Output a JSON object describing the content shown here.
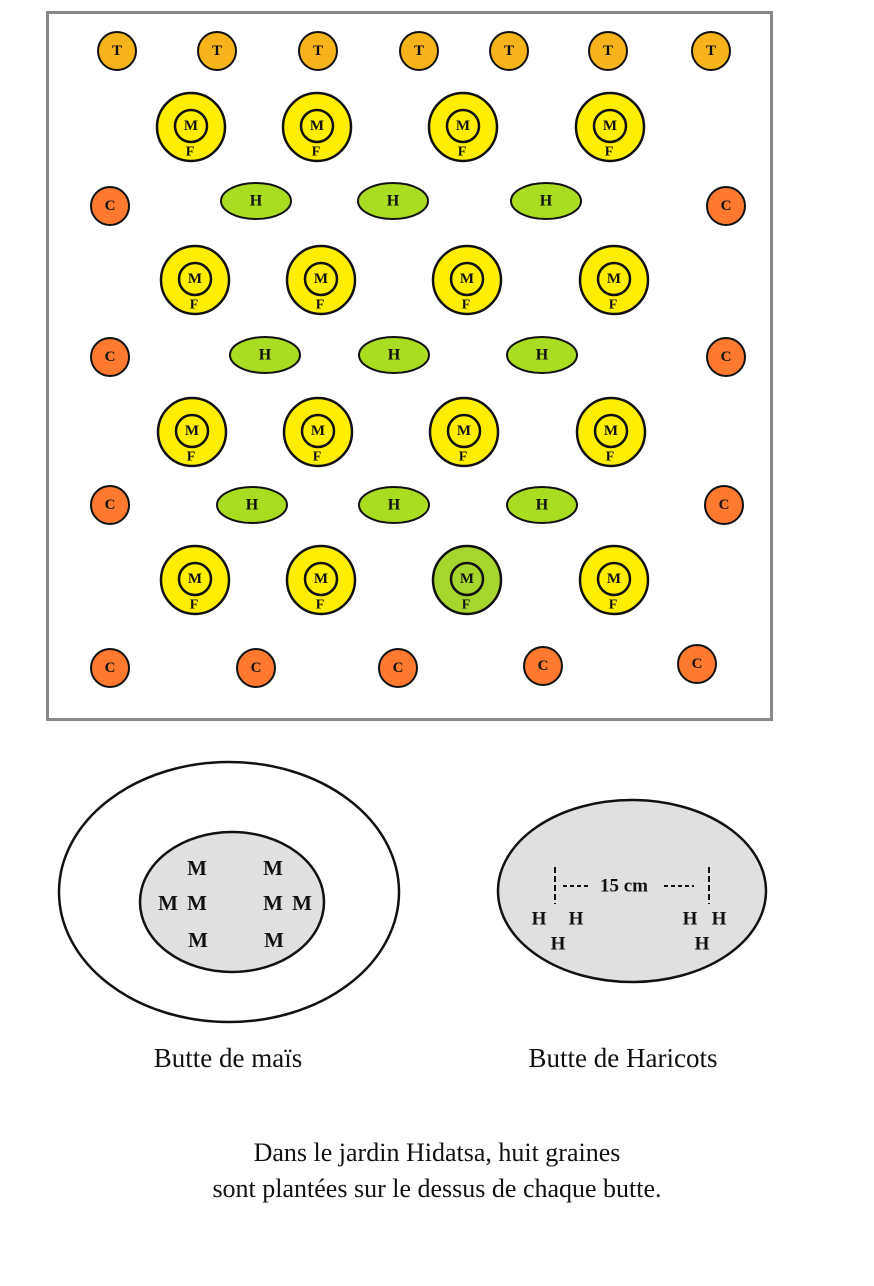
{
  "labels": {
    "tobacco": "T",
    "corn": "M",
    "squash": "F",
    "beans": "H",
    "sunflower": "C"
  },
  "colors": {
    "tobacco": "#f7b31a",
    "corn_mound": "#ffee00",
    "corn_mound_highlight": "#a6d62e",
    "beans": "#aadc22",
    "sunflower": "#ff7a2e",
    "detail_fill": "#e0e0e0",
    "frame": "#888888"
  },
  "bean_spacing_label": "15 cm",
  "captions": {
    "corn_mound": "Butte de maïs",
    "bean_mound": "Butte de Haricots"
  },
  "footnote": {
    "line1": "Dans le jardin Hidatsa, huit graines",
    "line2": "sont plantées sur le dessus de chaque butte."
  }
}
